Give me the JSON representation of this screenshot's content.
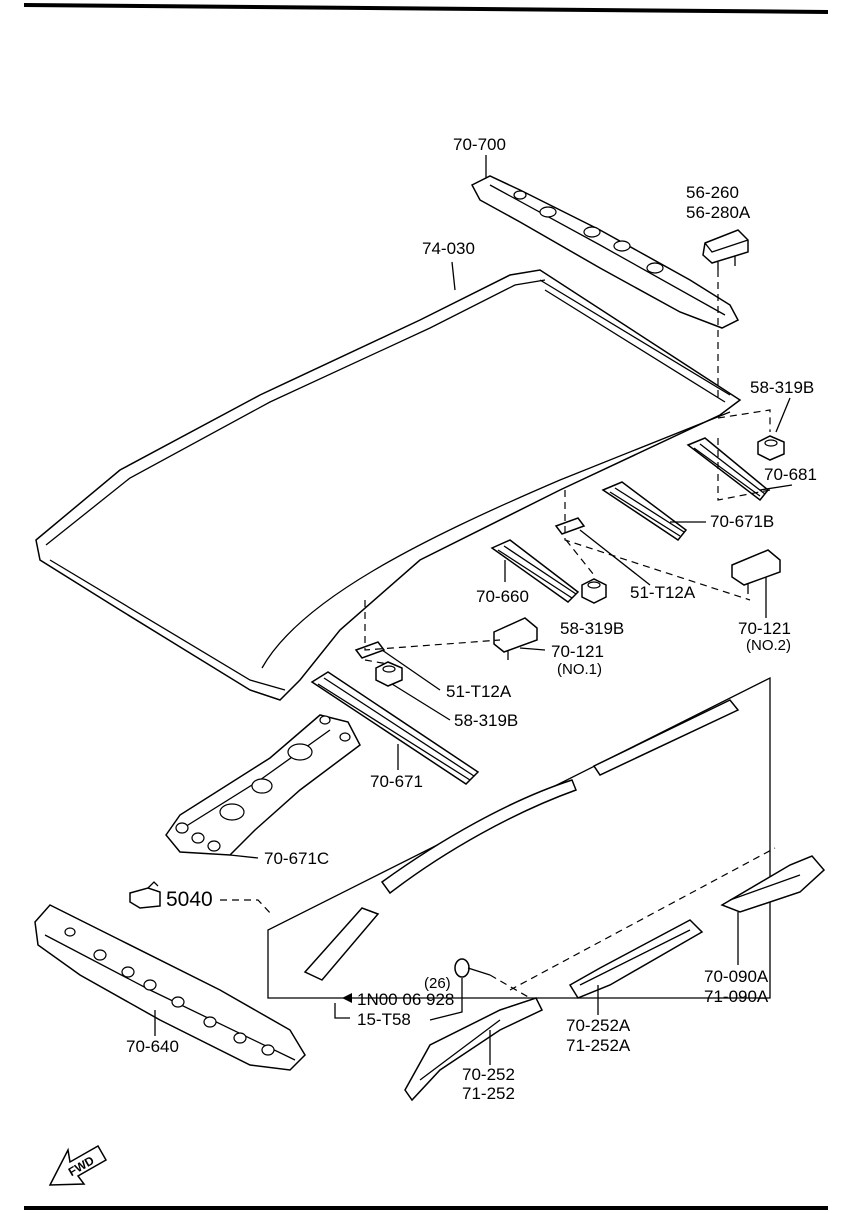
{
  "labels": {
    "l70_700": "70-700",
    "l56_260": "56-260",
    "l56_280a": "56-280A",
    "l74_030": "74-030",
    "l58_319b_top": "58-319B",
    "l70_681": "70-681",
    "l70_671b": "70-671B",
    "l70_660": "70-660",
    "l51_t12a_right": "51-T12A",
    "l58_319b_mid": "58-319B",
    "l70_121_no2": "70-121",
    "l70_121_no2_sub": "(NO.2)",
    "l70_121_no1": "70-121",
    "l70_121_no1_sub": "(NO.1)",
    "l51_t12a_left": "51-T12A",
    "l58_319b_left": "58-319B",
    "l70_671": "70-671",
    "l70_671c": "70-671C",
    "l70_090a": "70-090A",
    "l71_090a": "71-090A",
    "l70_252a": "70-252A",
    "l71_252a": "71-252A",
    "l70_252": "70-252",
    "l71_252": "71-252",
    "l70_640": "70-640",
    "l_26": "(26)",
    "l_1n00": "1N00 06 928",
    "l15_t58": "15-T58"
  },
  "reference": {
    "text": "5040"
  },
  "fwd_arrow": {
    "text": "FWD"
  },
  "icons": {
    "reference_pointer": "pointing-hand-icon",
    "forward": "fwd-arrow-icon"
  }
}
